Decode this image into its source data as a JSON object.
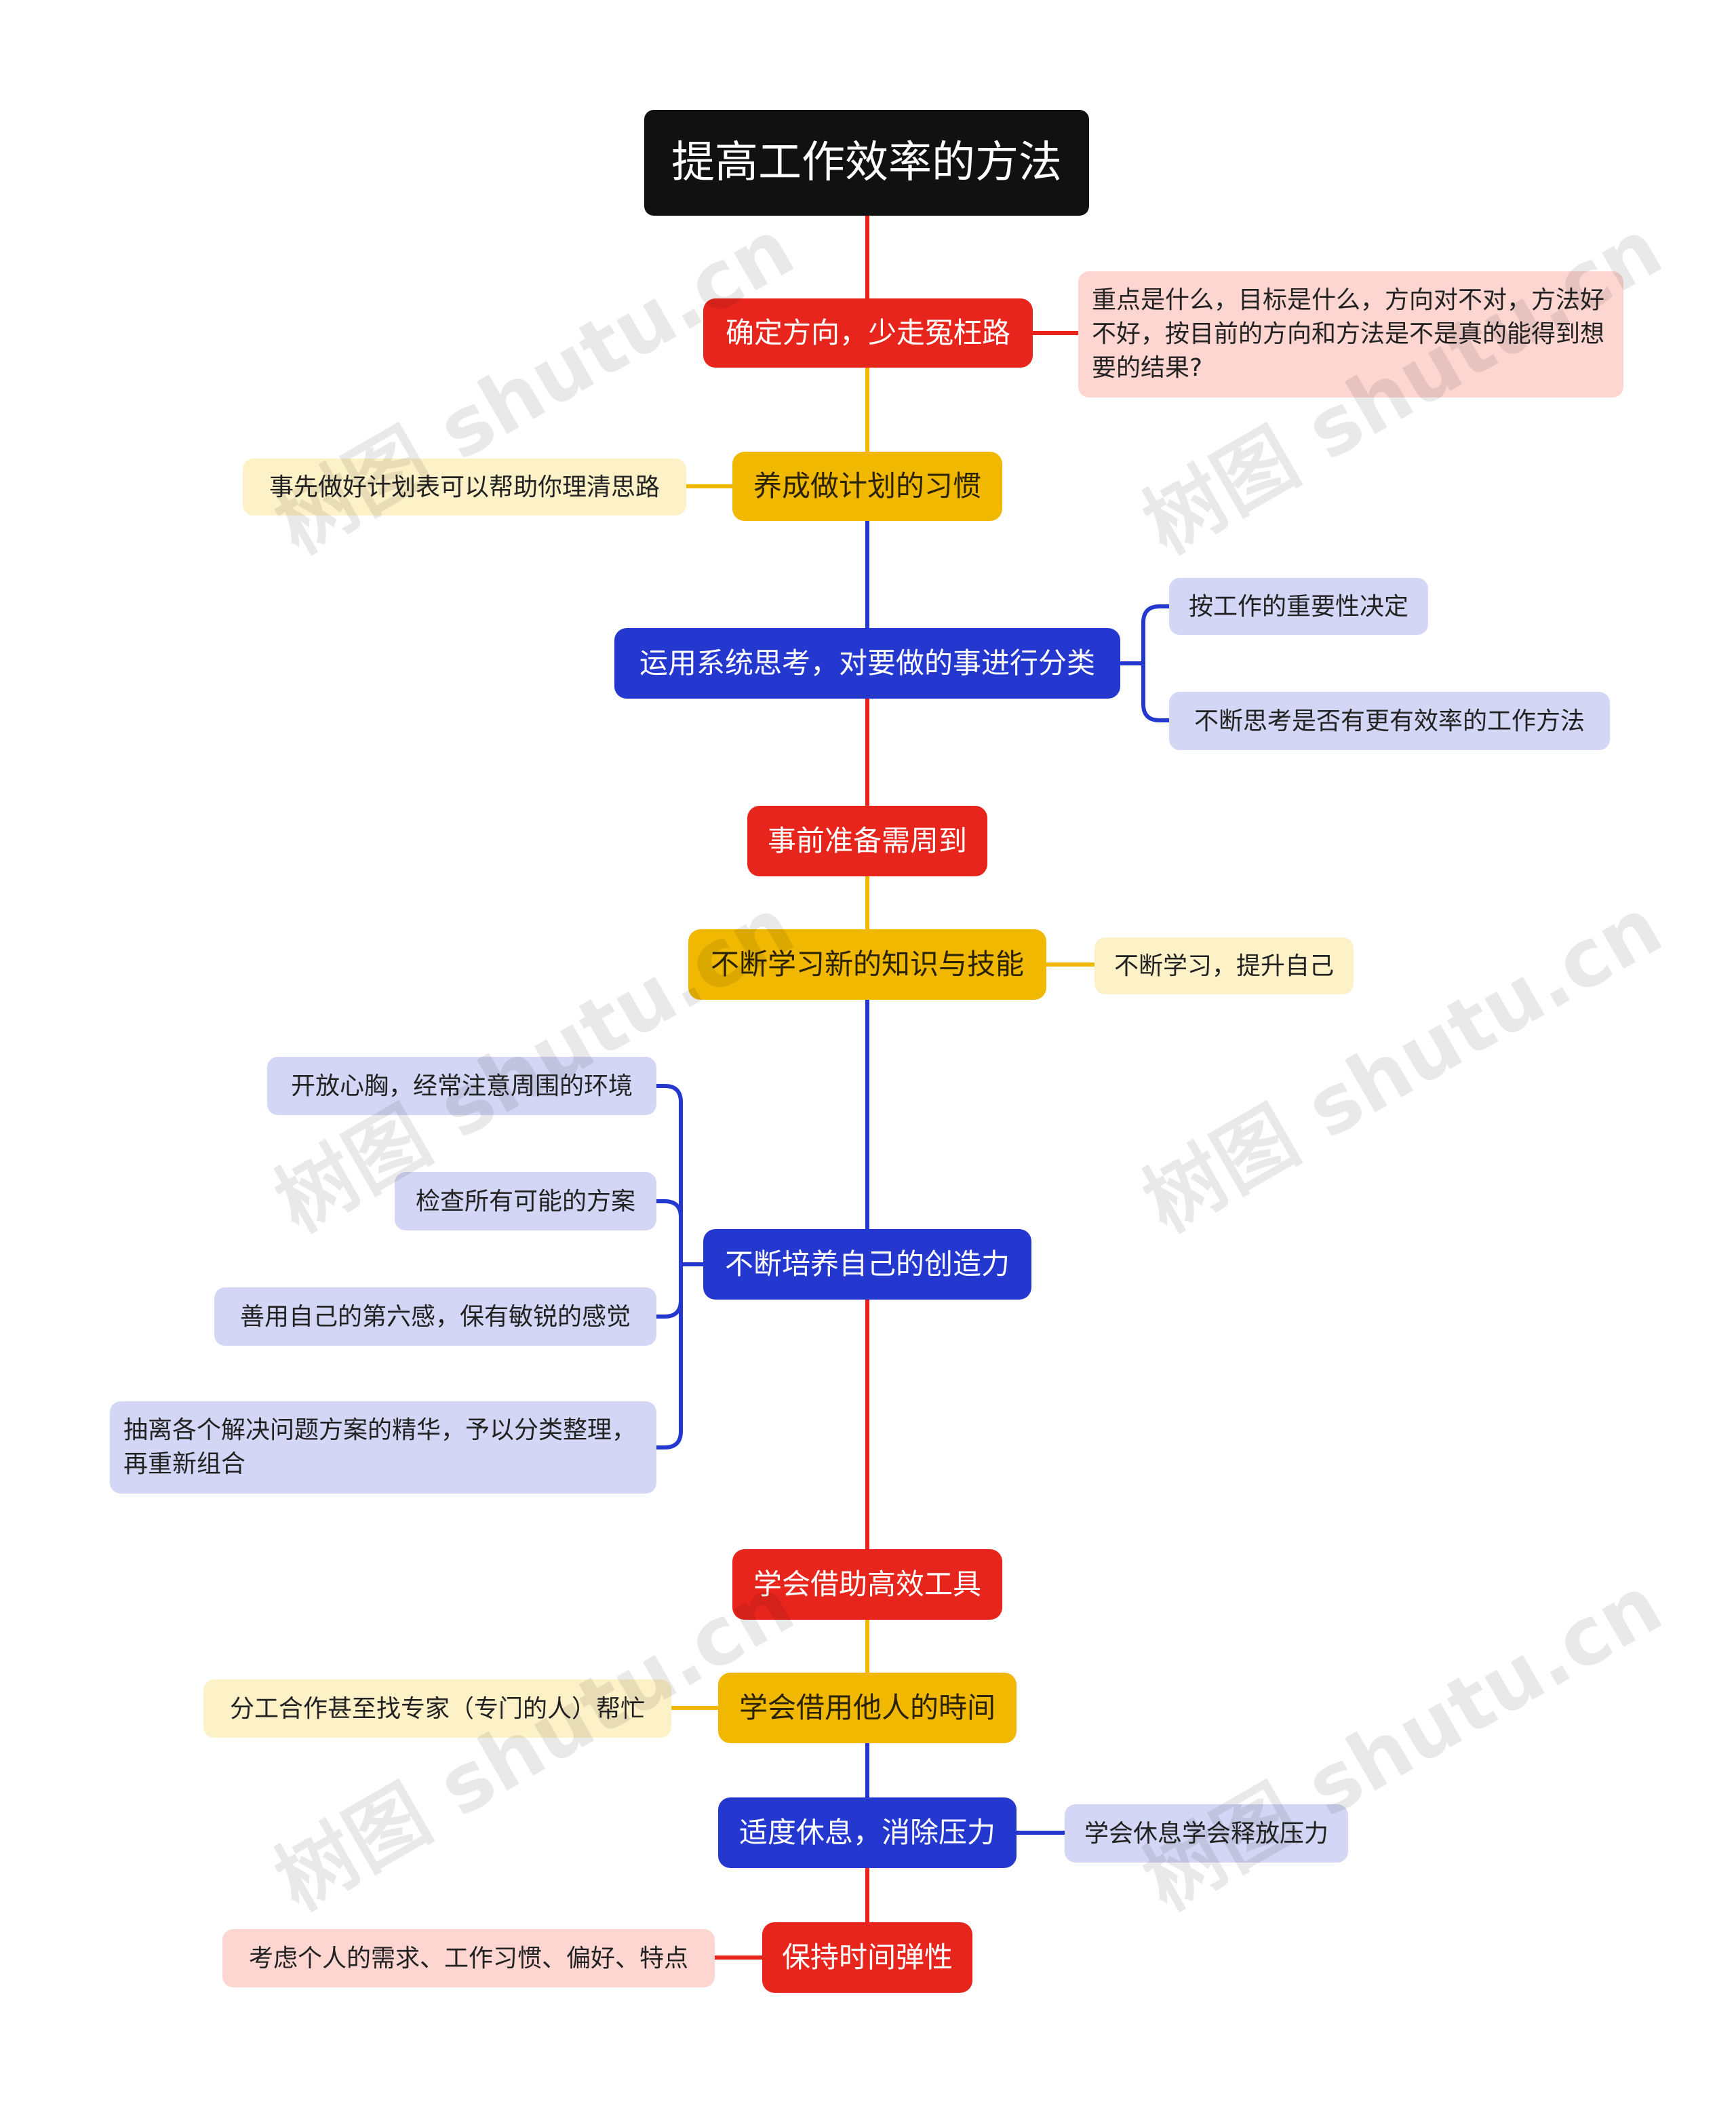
{
  "root": {
    "title": "提高工作效率的方法"
  },
  "branches": [
    {
      "label": "确定方向，少走冤枉路",
      "color": "red",
      "children": [
        "重点是什么，目标是什么，方向对不对，方法好不好，按目前的方向和方法是不是真的能得到想要的结果?"
      ]
    },
    {
      "label": "养成做计划的习惯",
      "color": "yellow",
      "children": [
        "事先做好计划表可以帮助你理清思路"
      ]
    },
    {
      "label": "运用系统思考，对要做的事进行分类",
      "color": "blue",
      "children": [
        "按工作的重要性决定",
        "不断思考是否有更有效率的工作方法"
      ]
    },
    {
      "label": "事前准备需周到",
      "color": "red",
      "children": []
    },
    {
      "label": "不断学习新的知识与技能",
      "color": "yellow",
      "children": [
        "不断学习，提升自己"
      ]
    },
    {
      "label": "不断培养自己的创造力",
      "color": "blue",
      "children": [
        "开放心胸，经常注意周围的环境",
        "检查所有可能的方案",
        "善用自己的第六感，保有敏锐的感觉",
        "抽离各个解决问题方案的精华，予以分类整理，再重新组合"
      ]
    },
    {
      "label": "学会借助高效工具",
      "color": "red",
      "children": []
    },
    {
      "label": "学会借用他人的時间",
      "color": "yellow",
      "children": [
        "分工合作甚至找专家（专门的人）帮忙"
      ]
    },
    {
      "label": "适度休息，消除压力",
      "color": "blue",
      "children": [
        "学会休息学会释放压力"
      ]
    },
    {
      "label": "保持时间弹性",
      "color": "red",
      "children": [
        "考虑个人的需求、工作习惯、偏好、特点"
      ]
    }
  ],
  "colors": {
    "red": "#e8251c",
    "yellow": "#f0b800",
    "blue": "#2438cf"
  },
  "watermark": "树图 shutu.cn"
}
